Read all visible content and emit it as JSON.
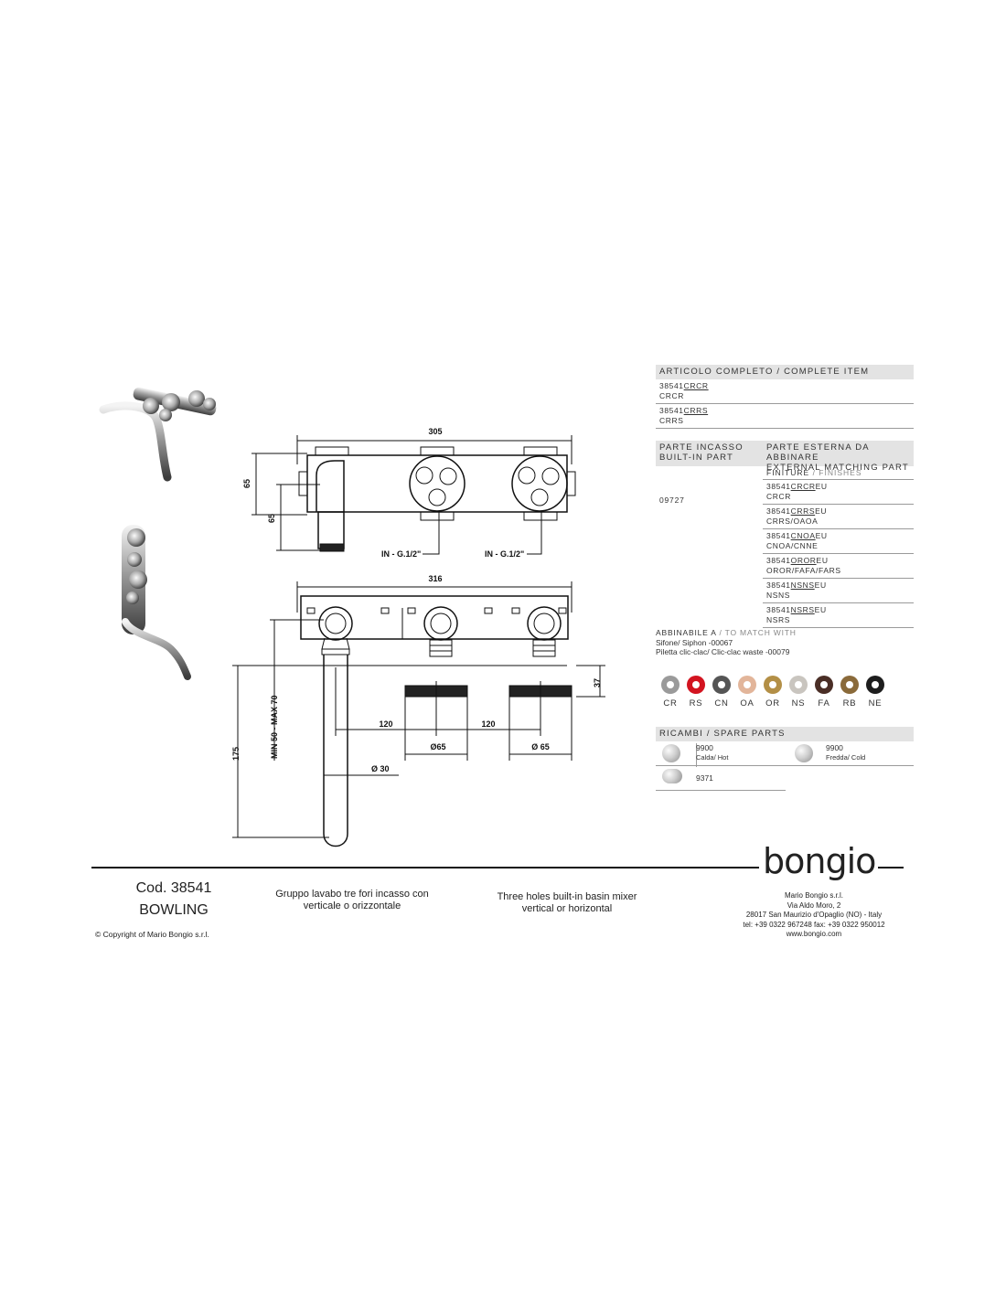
{
  "drawing": {
    "dim_305": "305",
    "dim_316": "316",
    "dim_65_a": "65",
    "dim_65_b": "65",
    "dim_175": "175",
    "dim_37": "37",
    "dim_minmax": "MIN 50 - MAX 70",
    "dim_120_a": "120",
    "dim_120_b": "120",
    "dim_dia65_a": "Ø65",
    "dim_dia65_b": "Ø 65",
    "dim_dia30": "Ø  30",
    "in_1": "IN - G.1/2\"",
    "in_2": "IN - G.1/2\""
  },
  "complete_item": {
    "header": "ARTICOLO COMPLETO / COMPLETE ITEM",
    "items": [
      {
        "prefix": "38541",
        "code": "CRCR",
        "sub": "CRCR"
      },
      {
        "prefix": "38541",
        "code": "CRRS",
        "sub": "CRRS"
      }
    ]
  },
  "parts": {
    "builtin_it": "PARTE INCASSO",
    "builtin_en": "BUILT-IN PART",
    "external_it": "PARTE ESTERNA DA ABBINARE",
    "external_en": "EXTERNAL MATCHING PART",
    "finishes_it": "FINITURE",
    "finishes_sep": " / ",
    "finishes_en": "FINISHES",
    "builtin_code": "09727",
    "externals": [
      {
        "prefix": "38541",
        "code": "CRCR",
        "suffix": "EU",
        "sub": "CRCR"
      },
      {
        "prefix": "38541",
        "code": "CRRS",
        "suffix": "EU",
        "sub": "CRRS/OAOA"
      },
      {
        "prefix": "38541",
        "code": "CNOA",
        "suffix": "EU",
        "sub": "CNOA/CNNE"
      },
      {
        "prefix": "38541",
        "code": "OROR",
        "suffix": "EU",
        "sub": "OROR/FAFA/FARS"
      },
      {
        "prefix": "38541",
        "code": "NSNS",
        "suffix": "EU",
        "sub": "NSNS"
      },
      {
        "prefix": "38541",
        "code": "NSRS",
        "suffix": "EU",
        "sub": "NSRS"
      }
    ]
  },
  "match": {
    "title": "ABBINABILE A",
    "title_en": " / TO MATCH WITH",
    "line1": "Sifone/ Siphon -00067",
    "line2": "Piletta clic-clac/ Clic-clac waste -00079"
  },
  "finishes": [
    {
      "code": "CR",
      "color": "#9a9a9a"
    },
    {
      "code": "RS",
      "color": "#d31420"
    },
    {
      "code": "CN",
      "color": "#555555"
    },
    {
      "code": "OA",
      "color": "#e2b59a"
    },
    {
      "code": "OR",
      "color": "#b38f46"
    },
    {
      "code": "NS",
      "color": "#c9c5bf"
    },
    {
      "code": "FA",
      "color": "#4a2e26"
    },
    {
      "code": "RB",
      "color": "#8a6a3a"
    },
    {
      "code": "NE",
      "color": "#1e1e1e"
    }
  ],
  "spare": {
    "header": "RICAMBI / SPARE PARTS",
    "items": [
      {
        "code": "9900",
        "desc": "Calda/ Hot"
      },
      {
        "code": "9900",
        "desc": "Fredda/ Cold"
      },
      {
        "code": "9371",
        "desc": ""
      }
    ]
  },
  "footer": {
    "cod": "Cod. 38541",
    "name": "BOWLING",
    "copyright": "© Copyright of Mario Bongio s.r.l.",
    "desc_it_1": "Gruppo lavabo tre fori incasso con",
    "desc_it_2": "verticale o orizzontale",
    "desc_en_1": "Three holes built-in basin mixer",
    "desc_en_2": "vertical or horizontal",
    "logo": "bongio",
    "company": "Mario Bongio s.r.l.",
    "address1": "Via Aldo Moro, 2",
    "address2": "28017 San Maurizio d'Opaglio (NO) - Italy",
    "tel": "tel: +39 0322 967248   fax: +39 0322 950012",
    "web": "www.bongio.com"
  }
}
